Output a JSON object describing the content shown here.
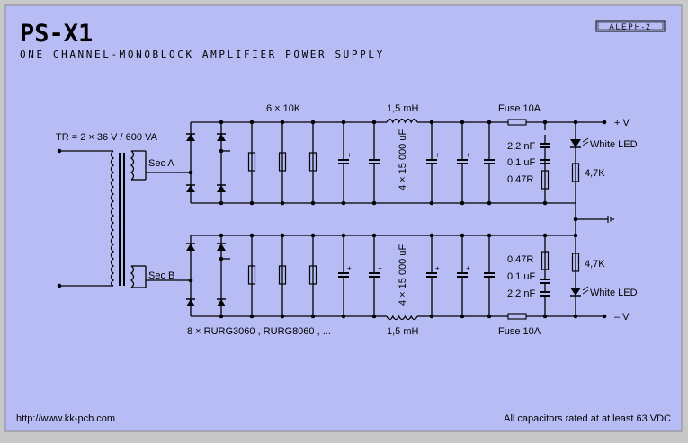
{
  "header": {
    "title": "PS-X1",
    "subtitle": "ONE CHANNEL-MONOBLOCK AMPLIFIER POWER SUPPLY",
    "badge": "ALEPH-2"
  },
  "labels": {
    "transformer": "TR = 2 × 36 V / 600 VA",
    "sec_a": "Sec A",
    "sec_b": "Sec B",
    "resistors_top": "6 × 10K",
    "inductor_top": "1,5 mH",
    "inductor_bottom": "1,5 mH",
    "fuse_top": "Fuse 10A",
    "fuse_bottom": "Fuse 10A",
    "caps_top": "4 × 15 000 uF",
    "caps_bottom": "4 × 15 000 uF",
    "cap_2n2_top": "2,2 nF",
    "cap_100n_top": "0,1 uF",
    "res_047_top": "0,47R",
    "res_047_bottom": "0,47R",
    "cap_100n_bottom": "0,1 uF",
    "cap_2n2_bottom": "2,2 nF",
    "led_top": "White LED",
    "led_bottom": "White LED",
    "res_4k7_top": "4,7K",
    "res_4k7_bottom": "4,7K",
    "out_pos": "+ V",
    "out_neg": "– V",
    "diodes": "8 × RURG3060 , RURG8060 , ...",
    "url": "http://www.kk-pcb.com",
    "note": "All capacitors rated at at least 63 VDC"
  },
  "colors": {
    "page_bg": "#b8bcf5",
    "frame": "#c8c8c8",
    "wire": "#000000"
  }
}
